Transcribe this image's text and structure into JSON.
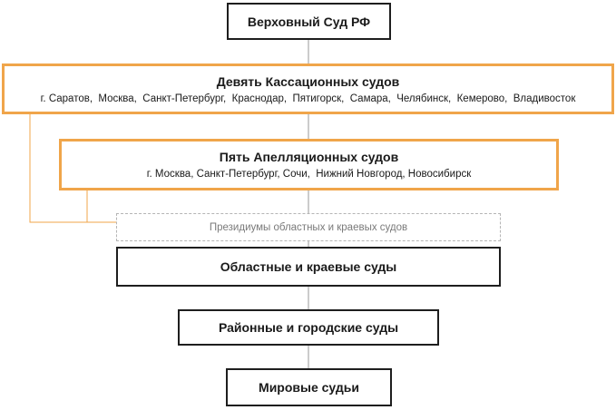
{
  "nodes": {
    "supreme": {
      "title": "Верховный Суд РФ"
    },
    "cassation": {
      "title": "Девять Кассационных судов",
      "cities": "г. Саратов,  Москва,  Санкт-Петербург,  Краснодар,  Пятигорск,  Самара,  Челябинск,  Кемерово,  Владивосток"
    },
    "appeal": {
      "title": "Пять Апелляционных судов",
      "cities": "г. Москва, Санкт-Петербург, Сочи,  Нижний Новгород, Новосибирск"
    },
    "presidiums": {
      "title": "Президиумы областных и краевых судов"
    },
    "regional": {
      "title": "Областные и краевые суды"
    },
    "district": {
      "title": "Районные и городские суды"
    },
    "magistrates": {
      "title": "Мировые судьи"
    }
  },
  "colors": {
    "accent_border": "#f0a54a",
    "box_border": "#1e1e1e",
    "connector": "#9a9a9a",
    "dashed_border": "#b5b5b5"
  }
}
